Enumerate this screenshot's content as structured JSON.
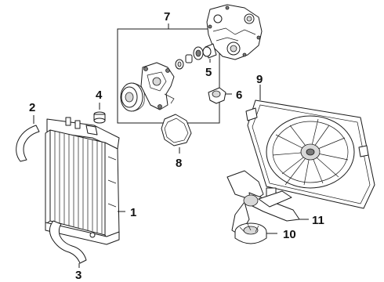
{
  "diagram": {
    "callouts": {
      "radiator": "1",
      "upper_hose": "2",
      "lower_hose": "3",
      "cap": "4",
      "timing_cover": "5",
      "thermostat_housing": "6",
      "water_pump_kit": "7",
      "gasket": "8",
      "fan_shroud_assembly": "9",
      "fan_clutch": "10",
      "fan_blade": "11"
    }
  },
  "colors": {
    "line": "#1a1a1a",
    "background": "#ffffff",
    "shade": "#d8d8d8"
  }
}
